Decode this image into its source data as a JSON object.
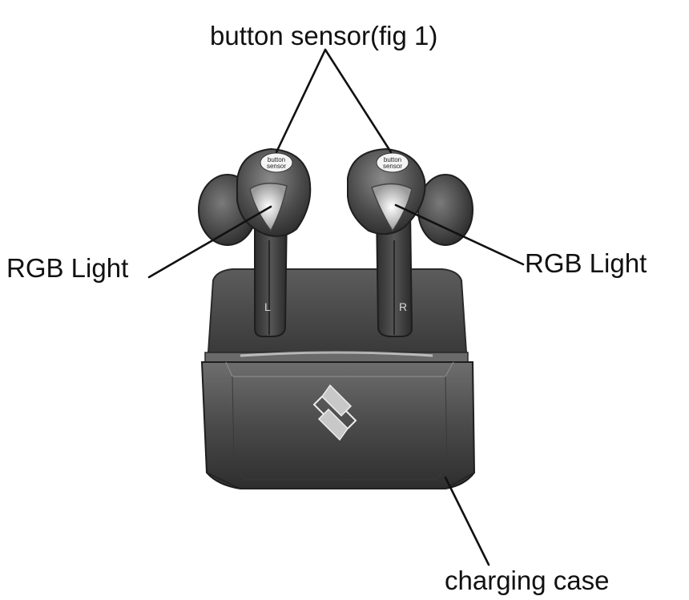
{
  "labels": {
    "button_sensor": "button sensor(fig 1)",
    "rgb_light_left": "RGB Light",
    "rgb_light_right": "RGB Light",
    "charging_case": "charging case"
  },
  "earbuds": {
    "left": {
      "side_mark": "L",
      "sensor_text_line1": "button",
      "sensor_text_line2": "sensor"
    },
    "right": {
      "side_mark": "R",
      "sensor_text_line1": "button",
      "sensor_text_line2": "sensor"
    }
  },
  "colors": {
    "case_dark": "#3a3a3a",
    "case_mid": "#5a5a5a",
    "case_light": "#7a7a7a",
    "rgb_highlight": "#f2f2f2",
    "line": "#111111"
  }
}
